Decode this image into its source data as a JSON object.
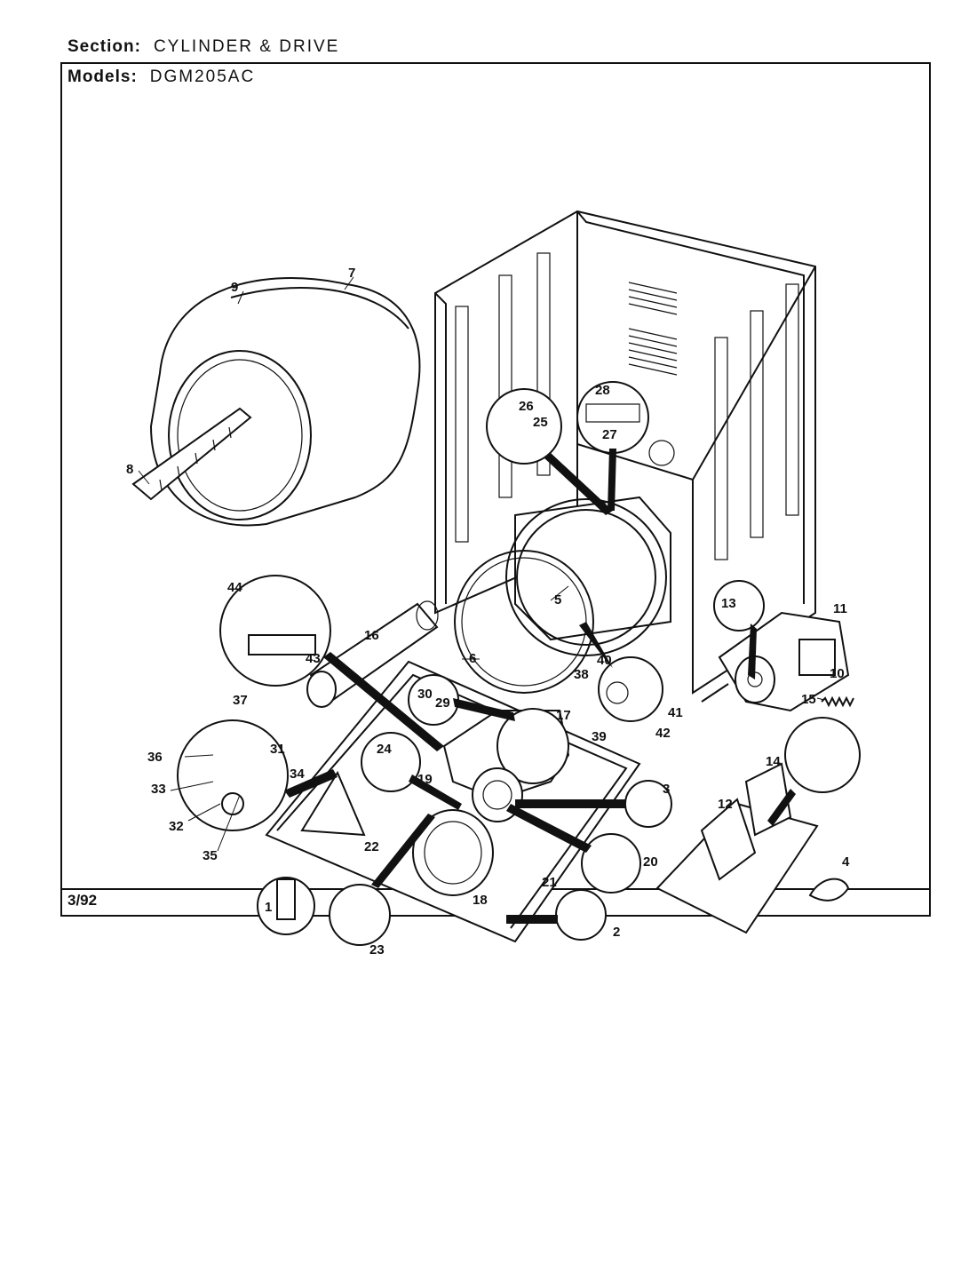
{
  "header": {
    "section_label": "Section:",
    "section_value": "CYLINDER & DRIVE",
    "models_label": "Models:",
    "models_value": "DGM205AC"
  },
  "footer": {
    "date": "3/92"
  },
  "callouts": [
    "1",
    "2",
    "3",
    "4",
    "5",
    "6",
    "7",
    "8",
    "9",
    "10",
    "11",
    "12",
    "13",
    "14",
    "15",
    "16",
    "17",
    "18",
    "19",
    "20",
    "21",
    "22",
    "23",
    "24",
    "25",
    "26",
    "27",
    "28",
    "29",
    "30",
    "31",
    "32",
    "33",
    "34",
    "35",
    "36",
    "37",
    "38",
    "39",
    "40",
    "41",
    "42",
    "43",
    "44"
  ]
}
